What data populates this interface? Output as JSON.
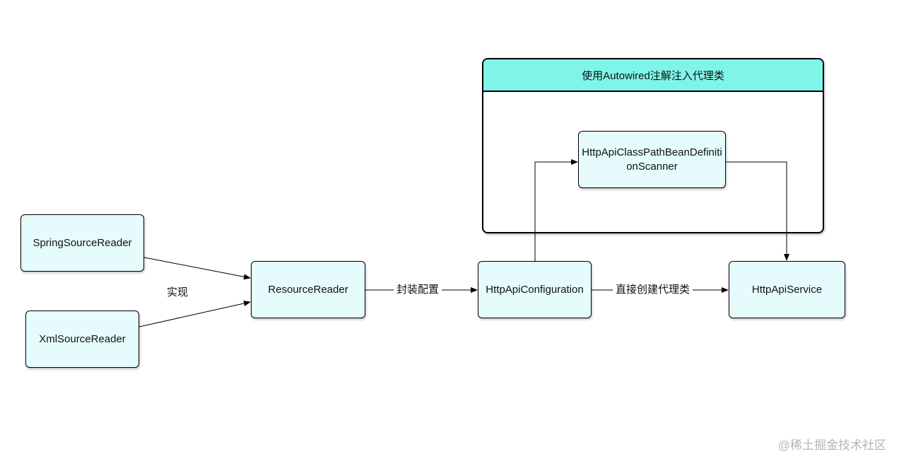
{
  "group": {
    "title": "使用Autowired注解注入代理类"
  },
  "nodes": {
    "spring_source_reader": "SpringSourceReader",
    "xml_source_reader": "XmlSourceReader",
    "resource_reader": "ResourceReader",
    "http_api_configuration": "HttpApiConfiguration",
    "scanner": "HttpApiClassPathBeanDefinitionScanner",
    "http_api_service": "HttpApiService"
  },
  "edge_labels": {
    "implements": "实现",
    "wrap_config": "封装配置",
    "create_proxy": "直接创建代理类"
  },
  "colors": {
    "node_fill": "#e6fcfc",
    "group_header_fill": "#7ff5e8",
    "stroke": "#000000"
  },
  "watermark": "@稀土掘金技术社区"
}
